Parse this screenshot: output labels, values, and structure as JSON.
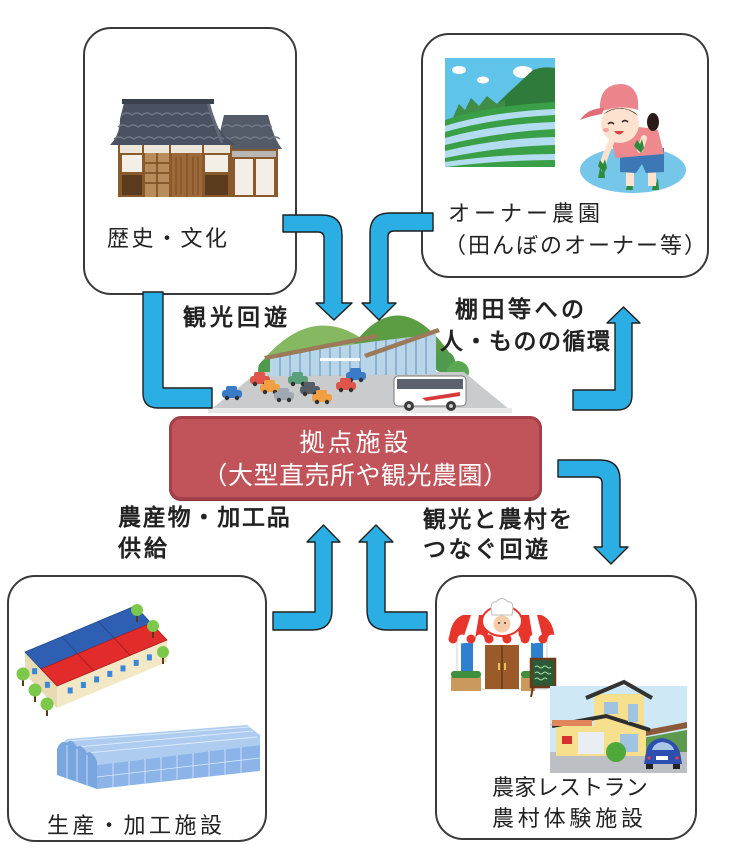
{
  "colors": {
    "arrow_fill": "#2BAEE4",
    "arrow_outline": "#1E1E1E",
    "hub_fill": "#C1545A",
    "hub_border": "#A3404A",
    "hub_text": "#FFFFFF",
    "node_border": "#3A3A3A",
    "text": "#222222"
  },
  "nodes": {
    "history_culture": {
      "label": "歴史・文化",
      "illustrations": [
        "traditional-house"
      ]
    },
    "owner_farm": {
      "label_lines": [
        "オーナー農園",
        "（田んぼのオーナー等）"
      ],
      "illustrations": [
        "rice-terraces",
        "rice-planting-girl"
      ]
    },
    "hub": {
      "label_lines": [
        "拠点施設",
        "（大型直売所や観光農園）"
      ],
      "illustrations": [
        "roadside-station-with-parking"
      ]
    },
    "production": {
      "label": "生産・加工施設",
      "illustrations": [
        "factory",
        "greenhouse"
      ]
    },
    "farm_restaurant": {
      "label_lines": [
        "農家レストラン",
        "農村体験施設"
      ],
      "illustrations": [
        "restaurant",
        "farmhouse"
      ]
    }
  },
  "flow_labels": {
    "sightseeing_tour": [
      "観光回遊"
    ],
    "terrace_circulation": [
      "棚田等への",
      "人・ものの循環"
    ],
    "product_supply": [
      "農産物・加工品",
      "供給"
    ],
    "tourism_village_link": [
      "観光と農村を",
      "つなぐ回遊"
    ]
  },
  "edges": [
    {
      "from": "history_culture",
      "to": "hub",
      "kind": "arrow"
    },
    {
      "from": "owner_farm",
      "to": "hub",
      "kind": "arrow"
    },
    {
      "from": "history_culture",
      "to": "hub",
      "kind": "connector"
    },
    {
      "from": "hub",
      "to": "owner_farm",
      "kind": "arrow"
    },
    {
      "from": "hub",
      "to": "farm_restaurant",
      "kind": "arrow"
    },
    {
      "from": "production",
      "to": "hub",
      "kind": "arrow"
    },
    {
      "from": "farm_restaurant",
      "to": "hub",
      "kind": "arrow"
    }
  ]
}
